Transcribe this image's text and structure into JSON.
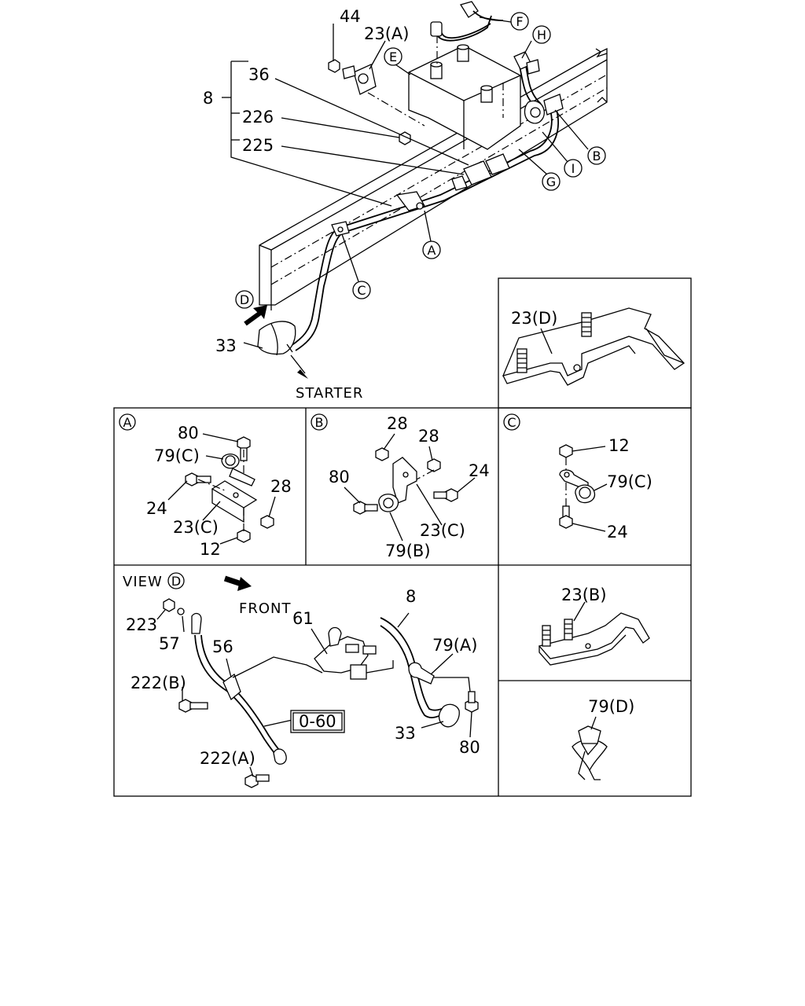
{
  "callouts": {
    "n44": "44",
    "n23a": "23(A)",
    "e": "E",
    "f": "F",
    "h": "H",
    "n8": "8",
    "n36": "36",
    "n226": "226",
    "n225": "225",
    "b": "B",
    "i": "I",
    "g": "G",
    "a": "A",
    "c": "C",
    "d": "D",
    "n33": "33",
    "starter": "STARTER"
  },
  "panel_23d": {
    "label": "23(D)"
  },
  "panel_a": {
    "ref": "A",
    "l80": "80",
    "l79c": "79(C)",
    "l24": "24",
    "l28": "28",
    "l23c": "23(C)",
    "l12": "12"
  },
  "panel_b": {
    "ref": "B",
    "l28a": "28",
    "l28b": "28",
    "l80": "80",
    "l24": "24",
    "l23c": "23(C)",
    "l79b": "79(B)"
  },
  "panel_c": {
    "ref": "C",
    "l12": "12",
    "l79c": "79(C)",
    "l24": "24"
  },
  "panel_view": {
    "view": "VIEW",
    "ref": "D",
    "front": "FRONT",
    "l223": "223",
    "l57": "57",
    "l56": "56",
    "l222b": "222(B)",
    "l060": "0-60",
    "l222a": "222(A)",
    "l61": "61",
    "l8": "8",
    "l79a": "79(A)",
    "l33": "33",
    "l80": "80"
  },
  "panel_23b": {
    "label": "23(B)"
  },
  "panel_79d": {
    "label": "79(D)"
  }
}
